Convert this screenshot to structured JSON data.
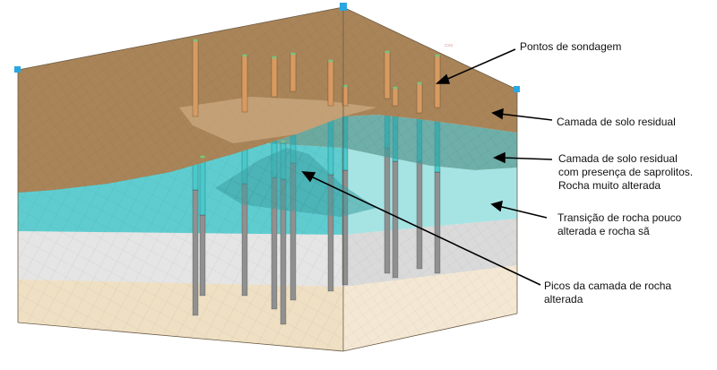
{
  "labels": {
    "sondagem": [
      "Pontos de sondagem"
    ],
    "residual": [
      "Camada de solo residual"
    ],
    "saprolitos": [
      "Camada de solo residual",
      "com presença de saprolitos.",
      "Rocha muito alterada"
    ],
    "transicao": [
      "Transição de rocha pouco",
      "alterada e rocha sã"
    ],
    "picos": [
      "Picos da camada de rocha",
      "alterada"
    ]
  },
  "colors": {
    "soil_top": "#a98458",
    "soil_front": "#e6c49e",
    "soil_side": "#f0dcc3",
    "saprolite_top": "#3d9ea0",
    "saprolite_front": "#5fcdd0",
    "saprolite_side": "#a6e4e4",
    "rock_front": "#e5e5e5",
    "rock_side": "#dadada",
    "bottom_front": "#efe0c4",
    "bottom_side": "#f4e8d4",
    "borehole_soil": "#d79a60",
    "borehole_cyan": "#49c9cc",
    "borehole_rock": "#909090",
    "marker": "#2aa7e0"
  }
}
